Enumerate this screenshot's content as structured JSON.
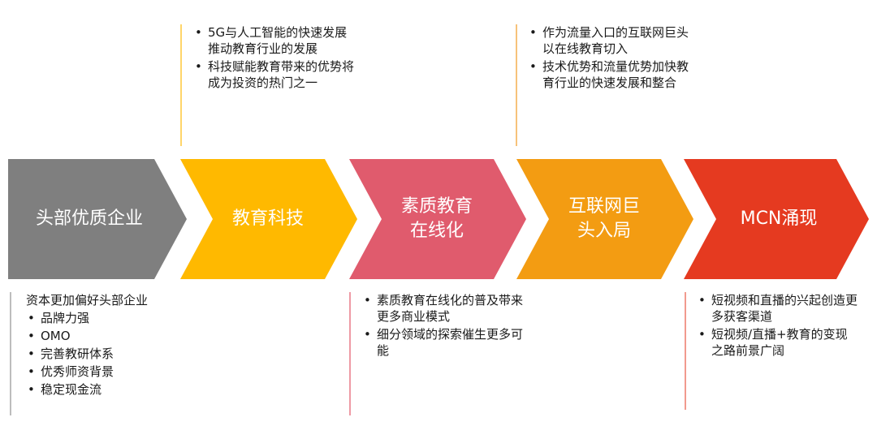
{
  "stages": [
    {
      "label": "头部优质企业",
      "color": "#7f7f7f"
    },
    {
      "label": "教育科技",
      "color": "#ffb900"
    },
    {
      "label": "素质教育\n在线化",
      "color": "#e05b6d"
    },
    {
      "label": "互联网巨\n头入局",
      "color": "#f39c12"
    },
    {
      "label": "MCN涌现",
      "color": "#e53a20"
    }
  ],
  "top_notes": {
    "tech": {
      "line_color": "#ffd56a",
      "bullets": [
        "5G与人工智能的快速发展推动教育行业的发展",
        "科技赋能教育带来的优势将成为投资的热门之一"
      ]
    },
    "giants": {
      "line_color": "#f7c27a",
      "bullets": [
        "作为流量入口的互联网巨头以在线教育切入",
        "技术优势和流量优势加快教育行业的快速发展和整合"
      ]
    }
  },
  "bottom_notes": {
    "head": {
      "line_color": "#bdbdbd",
      "lead": "资本更加偏好头部企业",
      "bullets": [
        "品牌力强",
        "OMO",
        "完善教研体系",
        "优秀师资背景",
        "稳定现金流"
      ]
    },
    "quality": {
      "line_color": "#ee9aa5",
      "bullets": [
        "素质教育在线化的普及带来更多商业模式",
        "细分领域的探索催生更多可能"
      ]
    },
    "mcn": {
      "line_color": "#f19a8e",
      "bullets": [
        "短视频和直播的兴起创造更多获客渠道",
        "短视频/直播+教育的变现之路前景广阔"
      ]
    }
  }
}
